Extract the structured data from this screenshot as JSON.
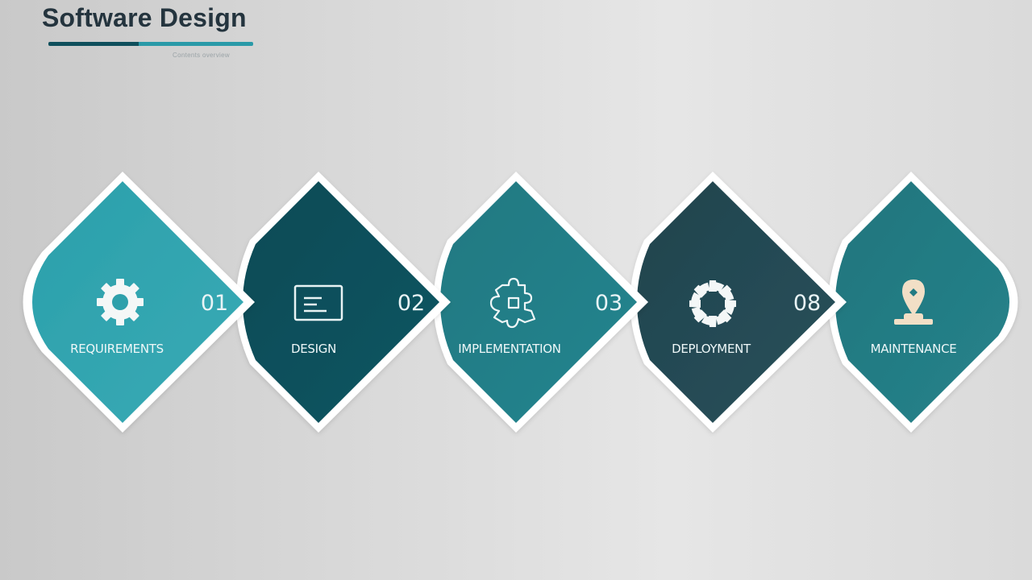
{
  "header": {
    "title": "Software Design",
    "subtitle": "Contents overview"
  },
  "steps": [
    {
      "label": "REQUIREMENTS",
      "number": "01",
      "icon": "gear-icon",
      "color": "#2d9aa6"
    },
    {
      "label": "DESIGN",
      "number": "02",
      "icon": "window-icon",
      "color": "#0b4f5a"
    },
    {
      "label": "IMPLEMENTATION",
      "number": "03",
      "icon": "puzzle-icon",
      "color": "#217c86"
    },
    {
      "label": "DEPLOYMENT",
      "number": "08",
      "icon": "ring-icon",
      "color": "#244a54"
    },
    {
      "label": "MAINTENANCE",
      "number": "",
      "icon": "location-pin-icon",
      "color": "#227b83"
    }
  ]
}
